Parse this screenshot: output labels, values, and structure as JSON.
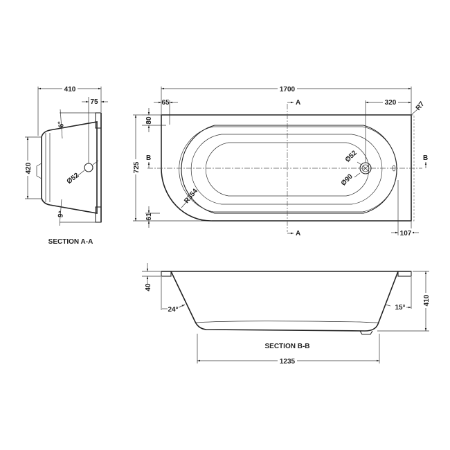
{
  "drawing": {
    "subject": "Bath technical drawing",
    "section_a": {
      "title": "SECTION A-A",
      "dims": {
        "width": "410",
        "rim": "75",
        "height": "420",
        "angle_top": "6°",
        "angle_bottom": "9°",
        "waste": "Ø52"
      }
    },
    "plan": {
      "dims": {
        "length": "1700",
        "left_rim": "65",
        "top_rim": "80",
        "width": "725",
        "bottom_rim": "61",
        "waste_offset": "320",
        "corner_radius": "R7",
        "end_radius": "R354",
        "waste_inner": "Ø52",
        "waste_outer": "Ø90",
        "right_rim": "107"
      },
      "markers": {
        "a_top": "A",
        "a_bottom": "A",
        "b_left": "B",
        "b_right": "B"
      }
    },
    "section_b": {
      "title": "SECTION B-B",
      "dims": {
        "rim_thickness": "40",
        "depth": "410",
        "angle_left": "24°",
        "angle_right": "15°",
        "base_length": "1235"
      }
    }
  }
}
